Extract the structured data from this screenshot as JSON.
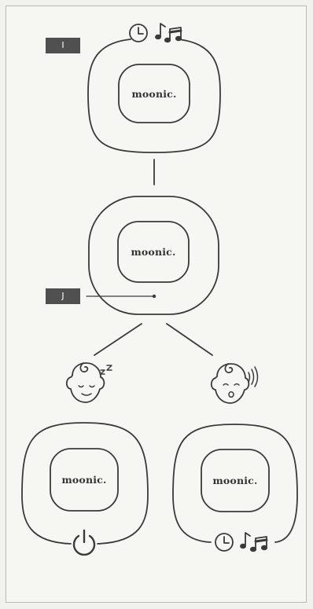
{
  "devices": [
    {
      "brand": "moonic."
    },
    {
      "brand": "moonic."
    },
    {
      "brand": "moonic."
    },
    {
      "brand": "moonic."
    }
  ],
  "callouts": {
    "top": "I",
    "middle": "J"
  },
  "icons": {
    "top_controls": [
      "clock-icon",
      "music-note-icon"
    ],
    "sleeping_baby": "sleeping-baby-icon",
    "crying_baby": "crying-baby-icon",
    "power": "power-icon",
    "bottom_controls": [
      "clock-icon",
      "music-note-icon"
    ]
  },
  "colors": {
    "line": "#3a3a3a",
    "badge": "#505050",
    "background": "#f6f6f3"
  }
}
